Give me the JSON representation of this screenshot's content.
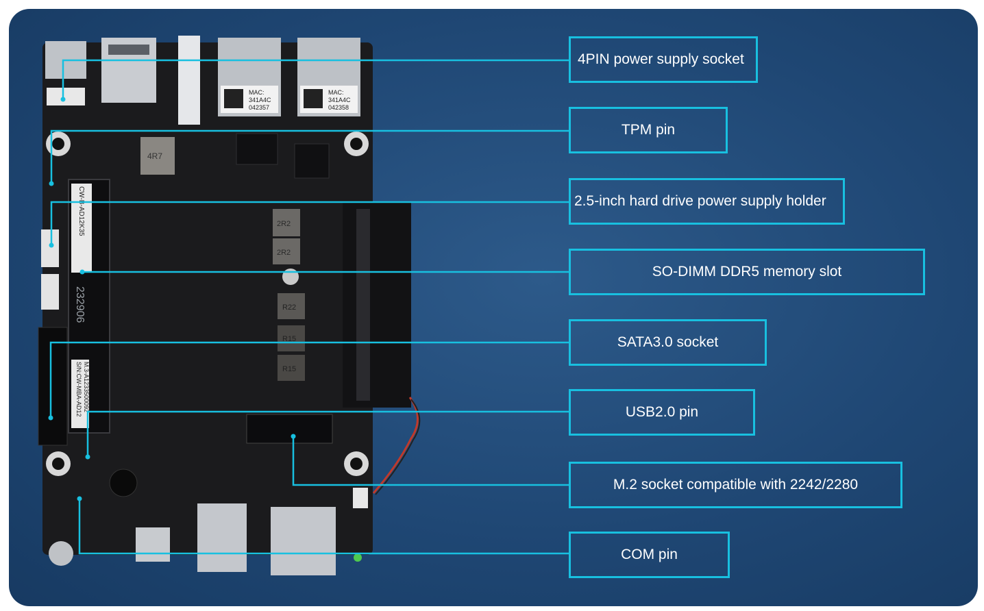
{
  "callouts": [
    {
      "id": "4pin-power",
      "label": "4PIN power supply socket"
    },
    {
      "id": "tpm",
      "label": "TPM pin"
    },
    {
      "id": "hdd-power",
      "label": "2.5-inch hard drive power supply holder"
    },
    {
      "id": "sodimm",
      "label": "SO-DIMM DDR5 memory slot"
    },
    {
      "id": "sata",
      "label": "SATA3.0 socket"
    },
    {
      "id": "usb2",
      "label": "USB2.0 pin"
    },
    {
      "id": "m2",
      "label": "M.2 socket compatible with 2242/2280"
    },
    {
      "id": "com",
      "label": "COM pin"
    }
  ],
  "board": {
    "mac_label": "MAC:",
    "mac_left_1": "341A4C",
    "mac_left_2": "042357",
    "mac_right_1": "341A4C",
    "mac_right_2": "042358",
    "model": "CW-B-AD12K35",
    "date": "232906",
    "serial": "S/N:CW-MBA-AD12",
    "serial2": "M.3-A1233500092",
    "inductor_1": "2R2",
    "inductor_2": "2R2",
    "inductor_3": "R22",
    "inductor_4": "R15",
    "inductor_5": "R15",
    "inductor_6": "4R7"
  },
  "colors": {
    "accent": "#18c0e0",
    "panel_bg": "#1f4774",
    "pcb": "#1b1b1d"
  }
}
